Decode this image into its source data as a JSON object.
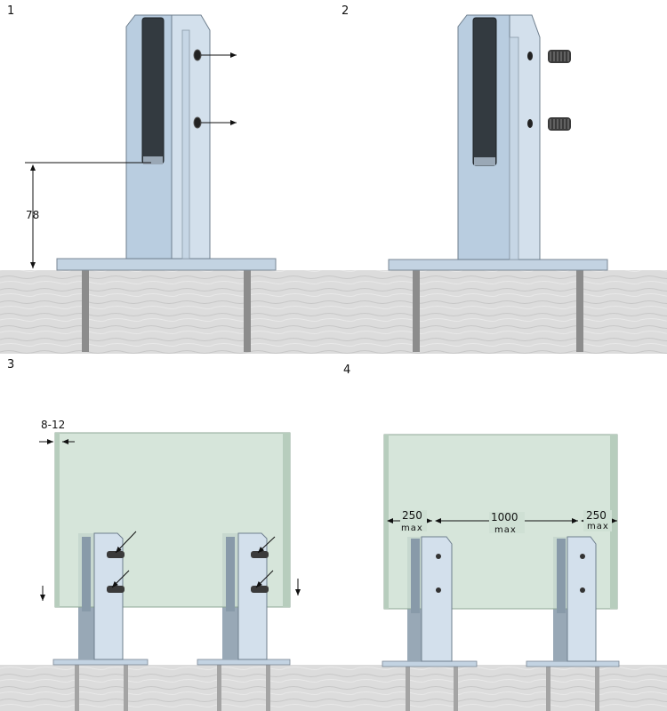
{
  "steps": [
    {
      "label": "1"
    },
    {
      "label": "2"
    },
    {
      "label": "3"
    },
    {
      "label": "4"
    }
  ],
  "dimensions": {
    "step1_height": "78",
    "step3_gap": "8-12",
    "step4_edge_left": "250",
    "step4_edge_left_unit": "max",
    "step4_spacing": "1000",
    "step4_spacing_unit": "max",
    "step4_edge_right": "250",
    "step4_edge_right_unit": "max"
  },
  "colors": {
    "post": "#b9cde0",
    "post_dark": "#9fb4c8",
    "post_light": "#d3e0ec",
    "channel": "#333a40",
    "glass": "#cfe0d4",
    "glass_edge": "#a9c1b0",
    "concrete": "#d8d8d8",
    "anchor": "#8c8c8c",
    "baseplate": "#c3d3e2"
  }
}
